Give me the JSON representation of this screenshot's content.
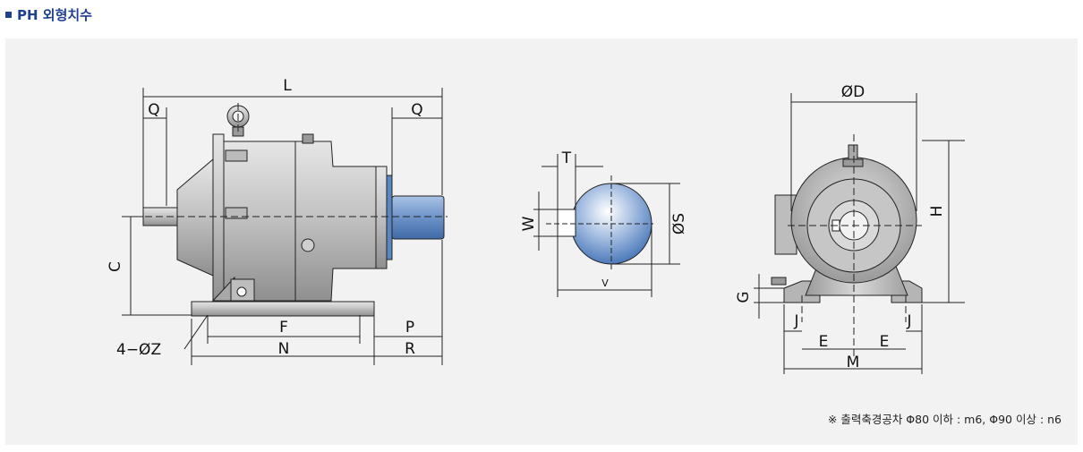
{
  "header": {
    "title": "PH 외형치수"
  },
  "side_view": {
    "labels": {
      "L": "L",
      "Q_left": "Q",
      "Q_right": "Q",
      "C": "C",
      "F": "F",
      "N": "N",
      "P": "P",
      "R": "R",
      "Z": "4−ØZ"
    }
  },
  "shaft_view": {
    "labels": {
      "T": "T",
      "W": "W",
      "S": "ØS",
      "V": "V"
    }
  },
  "front_view": {
    "labels": {
      "D": "ØD",
      "H": "H",
      "G": "G",
      "J_left": "J",
      "J_right": "J",
      "E_left": "E",
      "E_right": "E",
      "M": "M"
    }
  },
  "footnote": "※ 출력축경공차 Φ80 이하 : m6, Φ90 이상 : n6",
  "colors": {
    "title": "#1f3f8f",
    "panel_bg": "#f2f2f2",
    "body_gray": "#c9c9c9",
    "shaft_blue": "#6d93c8"
  }
}
